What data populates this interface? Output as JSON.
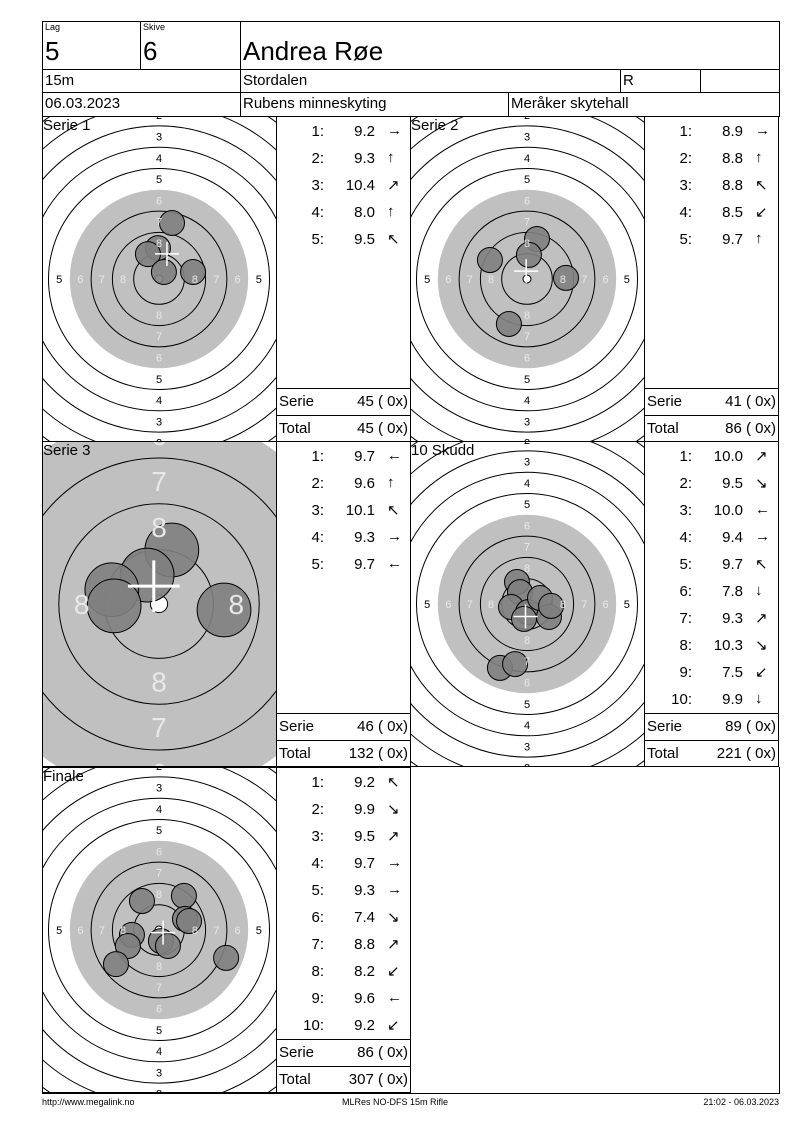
{
  "header": {
    "lag_label": "Lag",
    "lag": "5",
    "skive_label": "Skive",
    "skive": "6",
    "name": "Andrea Røe",
    "distance": "15m",
    "club": "Stordalen",
    "class": "R",
    "extra": "",
    "date": "06.03.2023",
    "competition": "Rubens minneskyting",
    "venue": "Meråker skytehall"
  },
  "colors": {
    "grey": "#c0c0c0",
    "shot": "#808080",
    "label_light": "#e8e8e8"
  },
  "panels": [
    {
      "title": "Serie 1",
      "zoom": 1,
      "shots": [
        {
          "n": "1:",
          "v": "9.2",
          "arrow": "→"
        },
        {
          "n": "2:",
          "v": "9.3",
          "arrow": "↑"
        },
        {
          "n": "3:",
          "v": "10.4",
          "arrow": "↗"
        },
        {
          "n": "4:",
          "v": "8.0",
          "arrow": "↑"
        },
        {
          "n": "5:",
          "v": "9.5",
          "arrow": "↖"
        }
      ],
      "hits": [
        [
          0.61,
          -2.63
        ],
        [
          -0.05,
          -1.45
        ],
        [
          -0.52,
          -1.17
        ],
        [
          0.23,
          -0.33
        ],
        [
          1.6,
          -0.33
        ]
      ],
      "serie_label": "Serie",
      "serie": "45 ( 0x)",
      "total_label": "Total",
      "total": "45 ( 0x)"
    },
    {
      "title": "Serie 2",
      "zoom": 1,
      "shots": [
        {
          "n": "1:",
          "v": "8.9",
          "arrow": "→"
        },
        {
          "n": "2:",
          "v": "8.8",
          "arrow": "↑"
        },
        {
          "n": "3:",
          "v": "8.8",
          "arrow": "↖"
        },
        {
          "n": "4:",
          "v": "8.5",
          "arrow": "↙"
        },
        {
          "n": "5:",
          "v": "9.7",
          "arrow": "↑"
        }
      ],
      "hits": [
        [
          0.47,
          -1.88
        ],
        [
          0.09,
          -1.13
        ],
        [
          -1.74,
          -0.89
        ],
        [
          1.83,
          -0.05
        ],
        [
          -0.85,
          2.11
        ]
      ],
      "serie_label": "Serie",
      "serie": "41 ( 0x)",
      "total_label": "Total",
      "total": "86 ( 0x)"
    },
    {
      "title": "Serie 3",
      "zoom": 2.15,
      "shots": [
        {
          "n": "1:",
          "v": "9.7",
          "arrow": "←"
        },
        {
          "n": "2:",
          "v": "9.6",
          "arrow": "↑"
        },
        {
          "n": "3:",
          "v": "10.1",
          "arrow": "↖"
        },
        {
          "n": "4:",
          "v": "9.3",
          "arrow": "→"
        },
        {
          "n": "5:",
          "v": "9.7",
          "arrow": "←"
        }
      ],
      "hits": [
        [
          0.28,
          -1.18
        ],
        [
          -0.26,
          -0.63
        ],
        [
          -1.03,
          -0.31
        ],
        [
          -0.98,
          0.04
        ],
        [
          1.42,
          0.13
        ]
      ],
      "serie_label": "Serie",
      "serie": "46 ( 0x)",
      "total_label": "Total",
      "total": "132 ( 0x)"
    },
    {
      "title": "10 Skudd",
      "zoom": 1,
      "shots": [
        {
          "n": "1:",
          "v": "10.0",
          "arrow": "↗"
        },
        {
          "n": "2:",
          "v": "9.5",
          "arrow": "↘"
        },
        {
          "n": "3:",
          "v": "10.0",
          "arrow": "←"
        },
        {
          "n": "4:",
          "v": "9.4",
          "arrow": "→"
        },
        {
          "n": "5:",
          "v": "9.7",
          "arrow": "↖"
        },
        {
          "n": "6:",
          "v": "7.8",
          "arrow": "↓"
        },
        {
          "n": "7:",
          "v": "9.3",
          "arrow": "↗"
        },
        {
          "n": "8:",
          "v": "10.3",
          "arrow": "↘"
        },
        {
          "n": "9:",
          "v": "7.5",
          "arrow": "↙"
        },
        {
          "n": "10:",
          "v": "9.9",
          "arrow": "↓"
        }
      ],
      "hits": [
        [
          -0.47,
          -1.03
        ],
        [
          -0.33,
          -0.56
        ],
        [
          -0.75,
          0.14
        ],
        [
          0.05,
          0.38
        ],
        [
          0.61,
          -0.28
        ],
        [
          1.03,
          0.61
        ],
        [
          -0.14,
          0.7
        ],
        [
          1.13,
          0.09
        ],
        [
          -1.27,
          3.0
        ],
        [
          -0.56,
          2.82
        ]
      ],
      "serie_label": "Serie",
      "serie": "89 ( 0x)",
      "total_label": "Total",
      "total": "221 ( 0x)"
    },
    {
      "title": "Finale",
      "zoom": 1,
      "shots": [
        {
          "n": "1:",
          "v": "9.2",
          "arrow": "↖"
        },
        {
          "n": "2:",
          "v": "9.9",
          "arrow": "↘"
        },
        {
          "n": "3:",
          "v": "9.5",
          "arrow": "↗"
        },
        {
          "n": "4:",
          "v": "9.7",
          "arrow": "→"
        },
        {
          "n": "5:",
          "v": "9.3",
          "arrow": "→"
        },
        {
          "n": "6:",
          "v": "7.4",
          "arrow": "↘"
        },
        {
          "n": "7:",
          "v": "8.8",
          "arrow": "↗"
        },
        {
          "n": "8:",
          "v": "8.2",
          "arrow": "↙"
        },
        {
          "n": "9:",
          "v": "9.6",
          "arrow": "←"
        },
        {
          "n": "10:",
          "v": "9.2",
          "arrow": "↙"
        }
      ],
      "hits": [
        [
          1.17,
          -1.6
        ],
        [
          -0.8,
          -1.36
        ],
        [
          1.22,
          -0.52
        ],
        [
          1.41,
          -0.42
        ],
        [
          0.09,
          0.52
        ],
        [
          -1.27,
          0.23
        ],
        [
          -1.46,
          0.75
        ],
        [
          -2.02,
          1.6
        ],
        [
          3.15,
          1.31
        ],
        [
          0.42,
          0.75
        ]
      ],
      "serie_label": "Serie",
      "serie": "86 ( 0x)",
      "total_label": "Total",
      "total": "307 ( 0x)"
    }
  ],
  "footer": {
    "url": "http://www.megalink.no",
    "program": "MLRes NO-DFS 15m Rifle",
    "timestamp": "21:02 - 06.03.2023"
  }
}
